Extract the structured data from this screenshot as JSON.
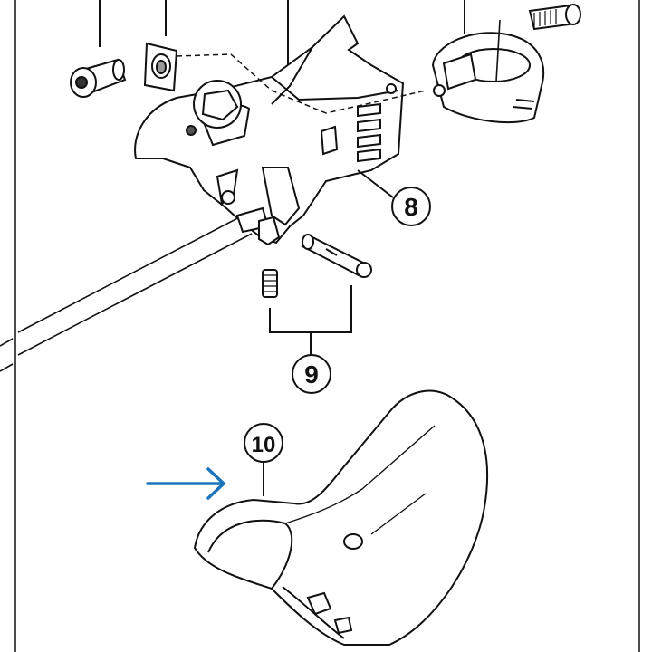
{
  "callouts": {
    "part_8": "8",
    "part_9": "9",
    "part_10": "10"
  },
  "colors": {
    "line": "#111111",
    "arrow": "#1c75bc",
    "background": "#ffffff"
  },
  "icons": [
    "right-arrow-icon"
  ]
}
